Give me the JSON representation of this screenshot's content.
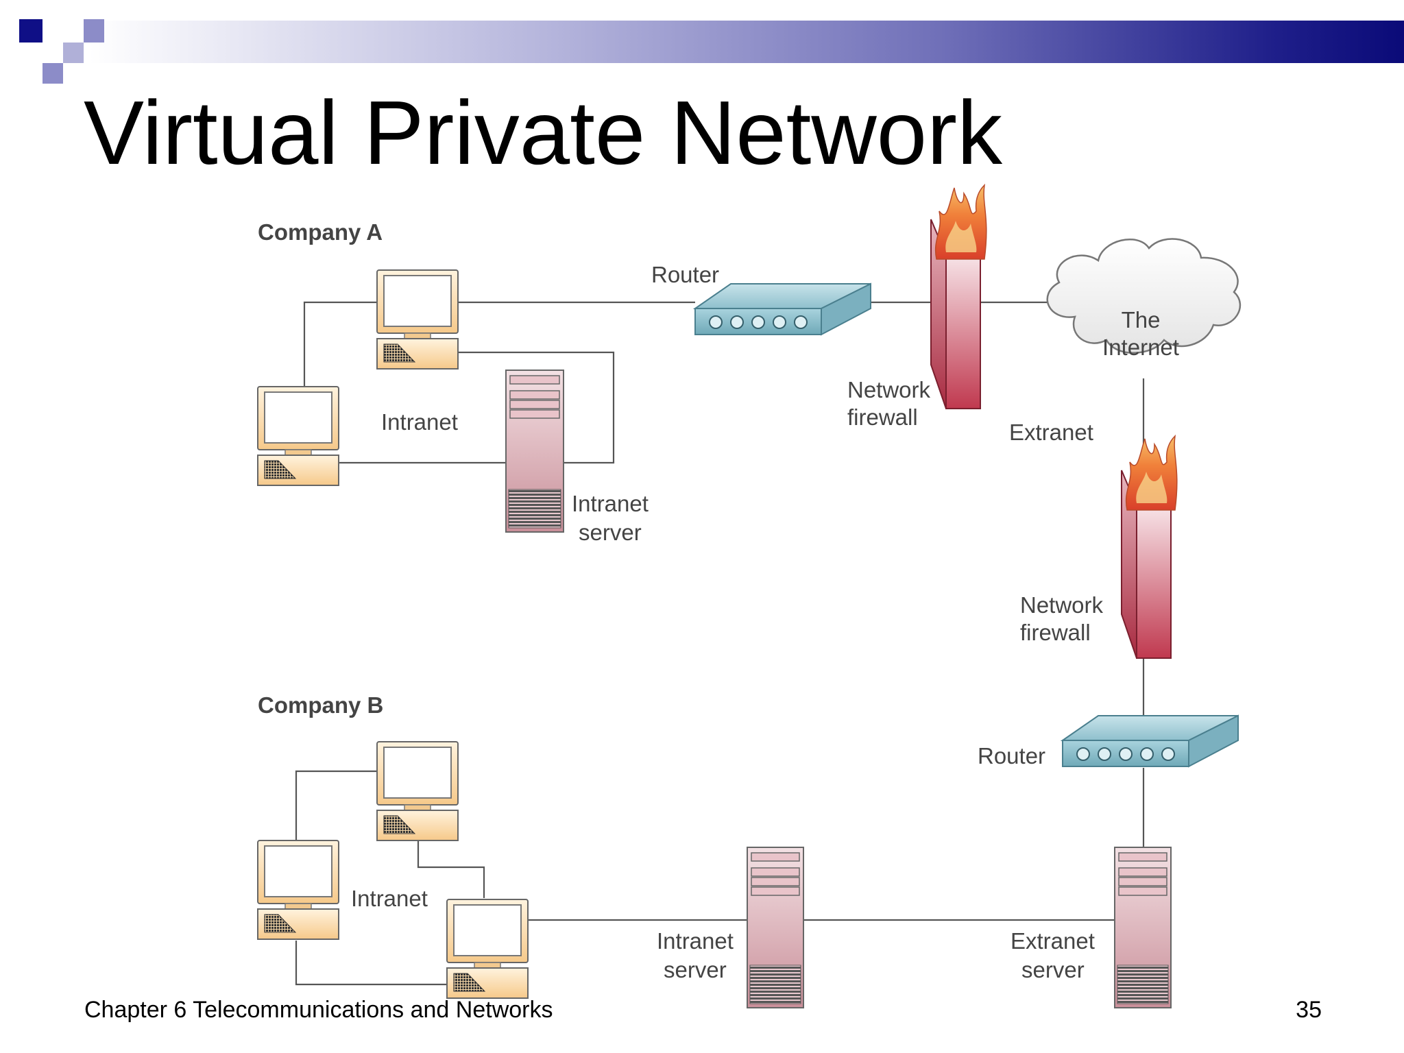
{
  "slide": {
    "title": "Virtual Private Network",
    "footer": "Chapter 6 Telecommunications and Networks",
    "page_number": "35",
    "accent_color": "#0a0a78"
  },
  "diagram": {
    "company_a": {
      "heading": "Company A",
      "router_label": "Router",
      "firewall_label": [
        "Network",
        "firewall"
      ],
      "intranet_label": "Intranet",
      "server_label": [
        "Intranet",
        "server"
      ]
    },
    "internet": {
      "label": [
        "The",
        "Internet"
      ],
      "extranet_label": "Extranet"
    },
    "company_b": {
      "heading": "Company B",
      "firewall_label": [
        "Network",
        "firewall"
      ],
      "router_label": "Router",
      "intranet_label": "Intranet",
      "intranet_server_label": [
        "Intranet",
        "server"
      ],
      "extranet_server_label": [
        "Extranet",
        "server"
      ]
    }
  }
}
